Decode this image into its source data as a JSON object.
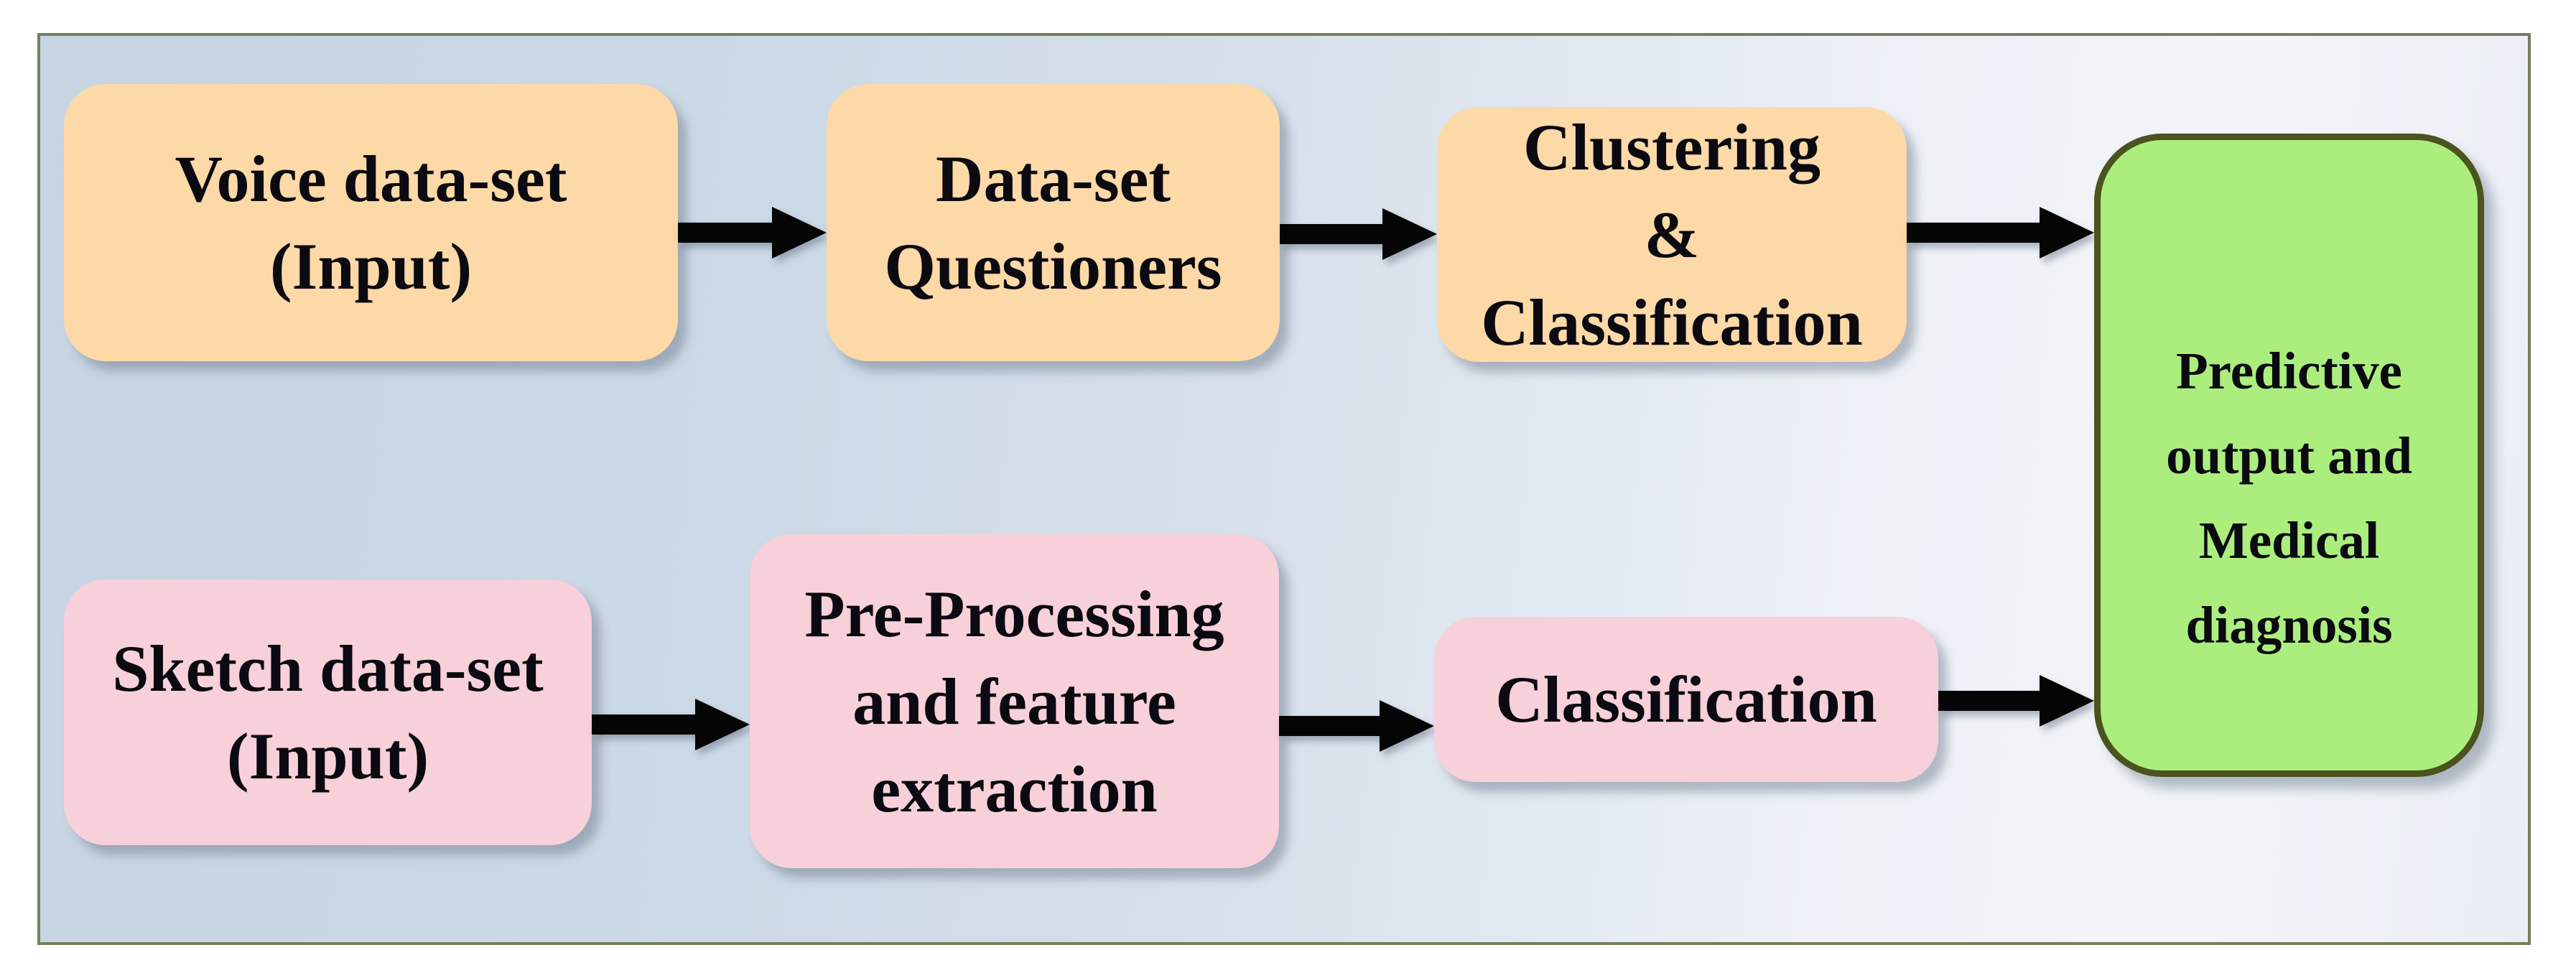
{
  "diagram": {
    "type": "flowchart",
    "nodes": {
      "voice": {
        "lines": [
          "Voice data-set",
          "(Input)"
        ]
      },
      "questioners": {
        "lines": [
          "Data-set",
          "Questioners"
        ]
      },
      "clustering": {
        "lines": [
          "Clustering",
          "&",
          "Classification"
        ]
      },
      "sketch": {
        "lines": [
          "Sketch data-set",
          "(Input)"
        ]
      },
      "preprocessing": {
        "lines": [
          "Pre-Processing",
          "and feature",
          "extraction"
        ]
      },
      "classification": {
        "lines": [
          "Classification"
        ]
      },
      "output": {
        "lines": [
          "Predictive",
          "output and",
          "Medical",
          "diagnosis"
        ]
      }
    },
    "edges": [
      {
        "from": "voice",
        "to": "questioners"
      },
      {
        "from": "questioners",
        "to": "clustering"
      },
      {
        "from": "clustering",
        "to": "output"
      },
      {
        "from": "sketch",
        "to": "preprocessing"
      },
      {
        "from": "preprocessing",
        "to": "classification"
      },
      {
        "from": "classification",
        "to": "output"
      }
    ],
    "colors": {
      "top_row_fill": "#fcd9a7",
      "bottom_row_fill": "#f7d0d9",
      "output_fill": "#abee7e",
      "output_border": "#4b531e",
      "frame_border": "#75805c",
      "arrow": "#050505",
      "text": "#0a0a10",
      "bg_left": "#c7d5e3",
      "bg_right": "#f2f5f9"
    }
  }
}
